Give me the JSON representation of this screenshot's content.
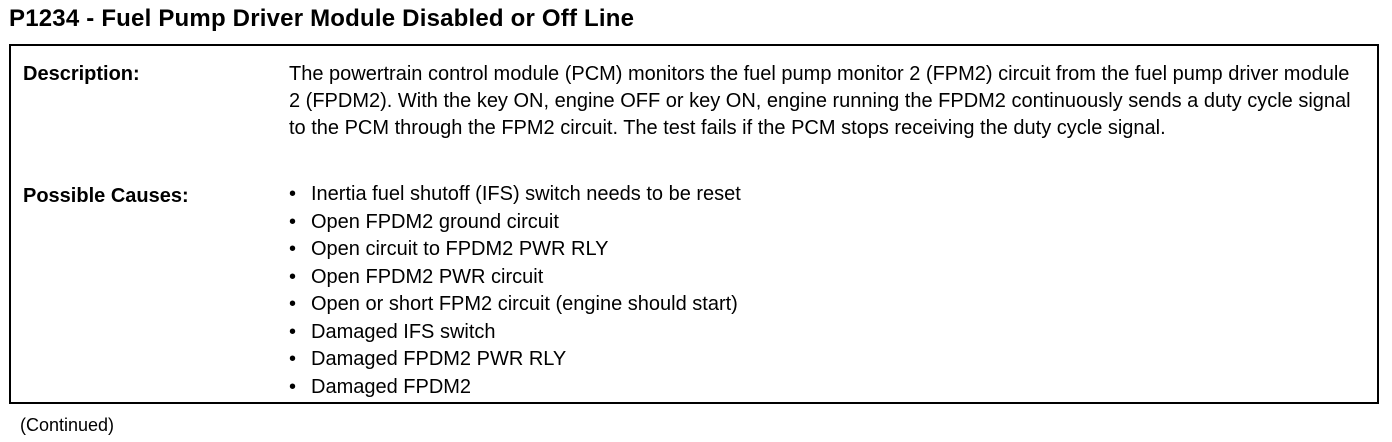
{
  "title": "P1234 - Fuel Pump Driver Module Disabled or Off Line",
  "description": {
    "label": "Description:",
    "text": "The powertrain control module (PCM) monitors the fuel pump monitor 2 (FPM2) circuit from the fuel pump driver module 2 (FPDM2). With the key ON, engine OFF or key ON, engine running the FPDM2 continuously sends a duty cycle signal to the PCM through the FPM2 circuit. The test fails if the PCM stops receiving the duty cycle signal."
  },
  "possible_causes": {
    "label": "Possible Causes:",
    "bullet": "•",
    "items": [
      "Inertia fuel shutoff (IFS) switch needs to be reset",
      "Open FPDM2 ground circuit",
      "Open circuit to FPDM2 PWR RLY",
      "Open FPDM2 PWR circuit",
      "Open or short FPM2 circuit (engine should start)",
      "Damaged IFS switch",
      "Damaged FPDM2 PWR RLY",
      "Damaged FPDM2"
    ]
  },
  "footer": {
    "continued": "(Continued)"
  }
}
